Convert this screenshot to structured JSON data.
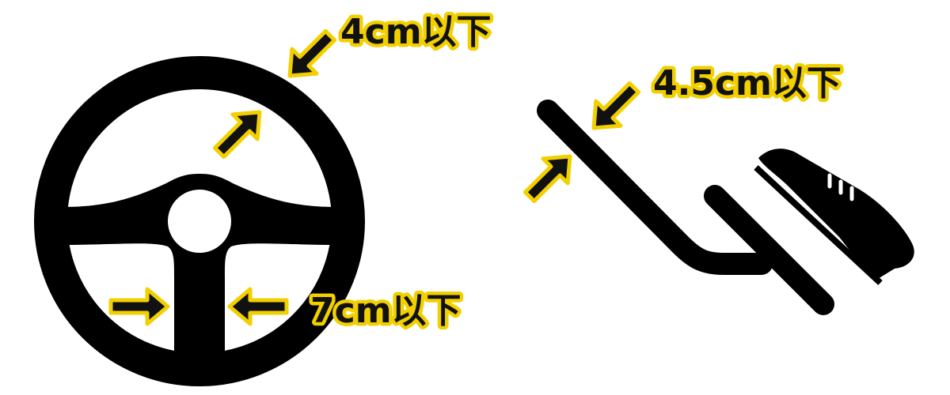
{
  "labels": {
    "rim_thickness": "4cm以下",
    "spoke_width": "7cm以下",
    "lever_thickness": "4.5cm以下"
  },
  "colors": {
    "shape": "#000000",
    "arrow_fill": "#111111",
    "arrow_outline": "#f2d000",
    "background": "#ffffff"
  },
  "icons": {
    "wheel": "steering-wheel-icon",
    "lever": "hand-control-lever-icon",
    "shoe": "shoe-icon"
  }
}
